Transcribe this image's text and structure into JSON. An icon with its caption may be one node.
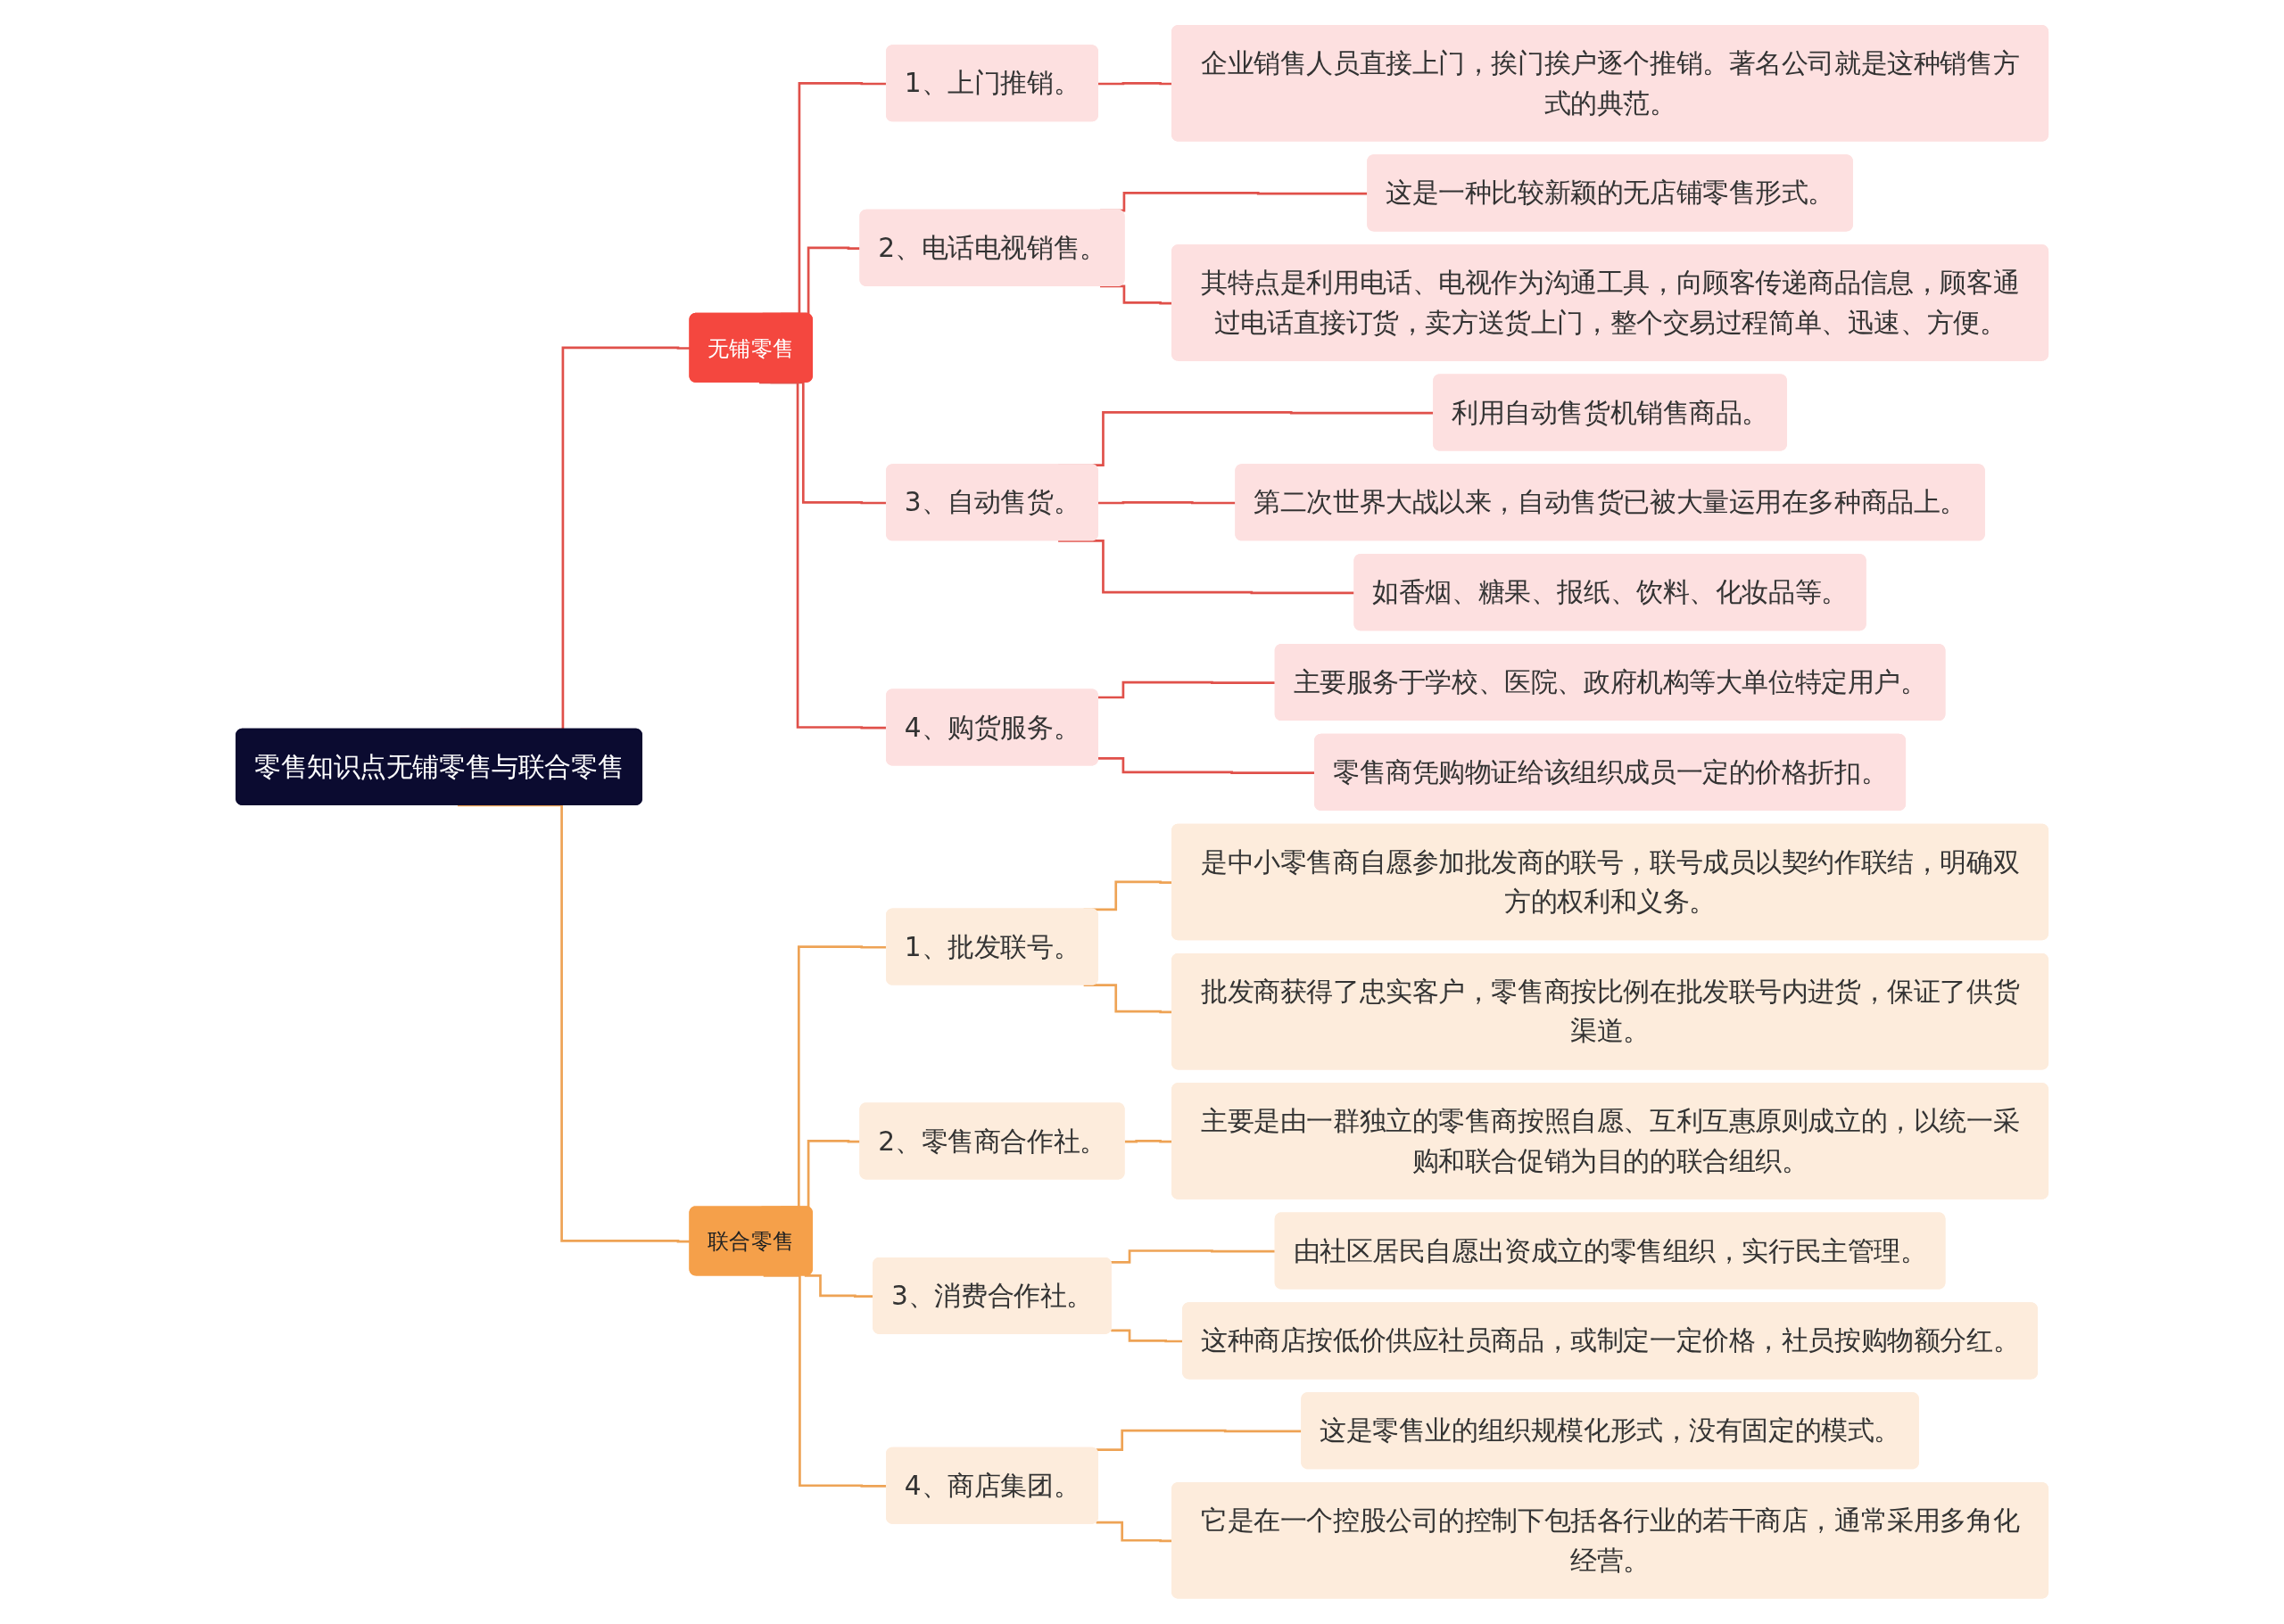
{
  "diagram": {
    "nodes": [
      {
        "text": [
          "零售知识点无铺零售与联合零售"
        ]
      },
      {
        "text": [
          "无铺零售"
        ]
      },
      {
        "text": [
          "1、上门推销。"
        ]
      },
      {
        "text": [
          "企业销售人员直接上门，挨门挨户逐个推销。著名公司就是这种销售方式的典范。"
        ]
      },
      {
        "text": [
          "2、电话电视销售。"
        ]
      },
      {
        "text": [
          "这是一种比较新颖的无店铺零售形式。"
        ]
      },
      {
        "text": [
          "其特点是利用电话、电视作为沟通工具，向顾客传递商品信息，顾客通过电话直接订货，卖方送货上门，整个交易过程简单、迅速、方便。"
        ]
      },
      {
        "text": [
          "3、自动售货。"
        ]
      },
      {
        "text": [
          "利用自动售货机销售商品。"
        ]
      },
      {
        "text": [
          "第二次世界大战以来，自动售货已被大量运用在多种商品上。"
        ]
      },
      {
        "text": [
          "如香烟、糖果、报纸、饮料、化妆品等。"
        ]
      },
      {
        "text": [
          "4、购货服务。"
        ]
      },
      {
        "text": [
          "主要服务于学校、医院、政府机构等大单位特定用户。"
        ]
      },
      {
        "text": [
          "零售商凭购物证给该组织成员一定的价格折扣。"
        ]
      },
      {
        "text": [
          "联合零售"
        ]
      },
      {
        "text": [
          "1、批发联号。"
        ]
      },
      {
        "text": [
          "是中小零售商自愿参加批发商的联号，联号成员以契约作联结，明确双方的权利和义务。"
        ]
      },
      {
        "text": [
          "批发商获得了忠实客户，零售商按比例在批发联号内进货，保证了供货渠道。"
        ]
      },
      {
        "text": [
          "2、零售商合作社。"
        ]
      },
      {
        "text": [
          "主要是由一群独立的零售商按照自愿、互利互惠原则成立的，以统一采购和联合促销为目的的联合组织。"
        ]
      },
      {
        "text": [
          "3、消费合作社。"
        ]
      },
      {
        "text": [
          "由社区居民自愿出资成立的零售组织，实行民主管理。"
        ]
      },
      {
        "text": [
          "这种商店按低价供应社员商品，或制定一定价格，社员按购物额分红。"
        ]
      },
      {
        "text": [
          "4、商店集团。"
        ]
      },
      {
        "text": [
          "这是零售业的组织规模化形式，没有固定的模式。"
        ]
      },
      {
        "text": [
          "它是在一个控股公司的控制下包括各行业的若干商店，通常采用多角化经营。"
        ]
      }
    ],
    "edges": [
      {
        "from": 0,
        "to": 1,
        "arrow": "none"
      },
      {
        "from": 1,
        "to": 2,
        "arrow": "none"
      },
      {
        "from": 2,
        "to": 3,
        "arrow": "none"
      },
      {
        "from": 1,
        "to": 4,
        "arrow": "none"
      },
      {
        "from": 4,
        "to": 5,
        "arrow": "none"
      },
      {
        "from": 4,
        "to": 6,
        "arrow": "none"
      },
      {
        "from": 1,
        "to": 7,
        "arrow": "none"
      },
      {
        "from": 7,
        "to": 8,
        "arrow": "none"
      },
      {
        "from": 7,
        "to": 9,
        "arrow": "none"
      },
      {
        "from": 7,
        "to": 10,
        "arrow": "none"
      },
      {
        "from": 1,
        "to": 11,
        "arrow": "none"
      },
      {
        "from": 11,
        "to": 12,
        "arrow": "none"
      },
      {
        "from": 11,
        "to": 13,
        "arrow": "none"
      },
      {
        "from": 0,
        "to": 14,
        "arrow": "none",
        "color": "#eea355"
      },
      {
        "from": 14,
        "to": 15,
        "arrow": "none",
        "color": "#eea355"
      },
      {
        "from": 15,
        "to": 16,
        "arrow": "none",
        "color": "#eea355"
      },
      {
        "from": 15,
        "to": 17,
        "arrow": "none",
        "color": "#eea355"
      },
      {
        "from": 14,
        "to": 18,
        "arrow": "none",
        "color": "#eea355"
      },
      {
        "from": 18,
        "to": 19,
        "arrow": "none",
        "color": "#eea355"
      },
      {
        "from": 14,
        "to": 20,
        "arrow": "none",
        "color": "#eea355"
      },
      {
        "from": 20,
        "to": 21,
        "arrow": "none",
        "color": "#eea355"
      },
      {
        "from": 20,
        "to": 22,
        "arrow": "none",
        "color": "#eea355"
      },
      {
        "from": 14,
        "to": 23,
        "arrow": "none",
        "color": "#eea355"
      },
      {
        "from": 23,
        "to": 24,
        "arrow": "none",
        "color": "#eea355"
      },
      {
        "from": 23,
        "to": 25,
        "arrow": "none",
        "color": "#eea355"
      }
    ]
  }
}
